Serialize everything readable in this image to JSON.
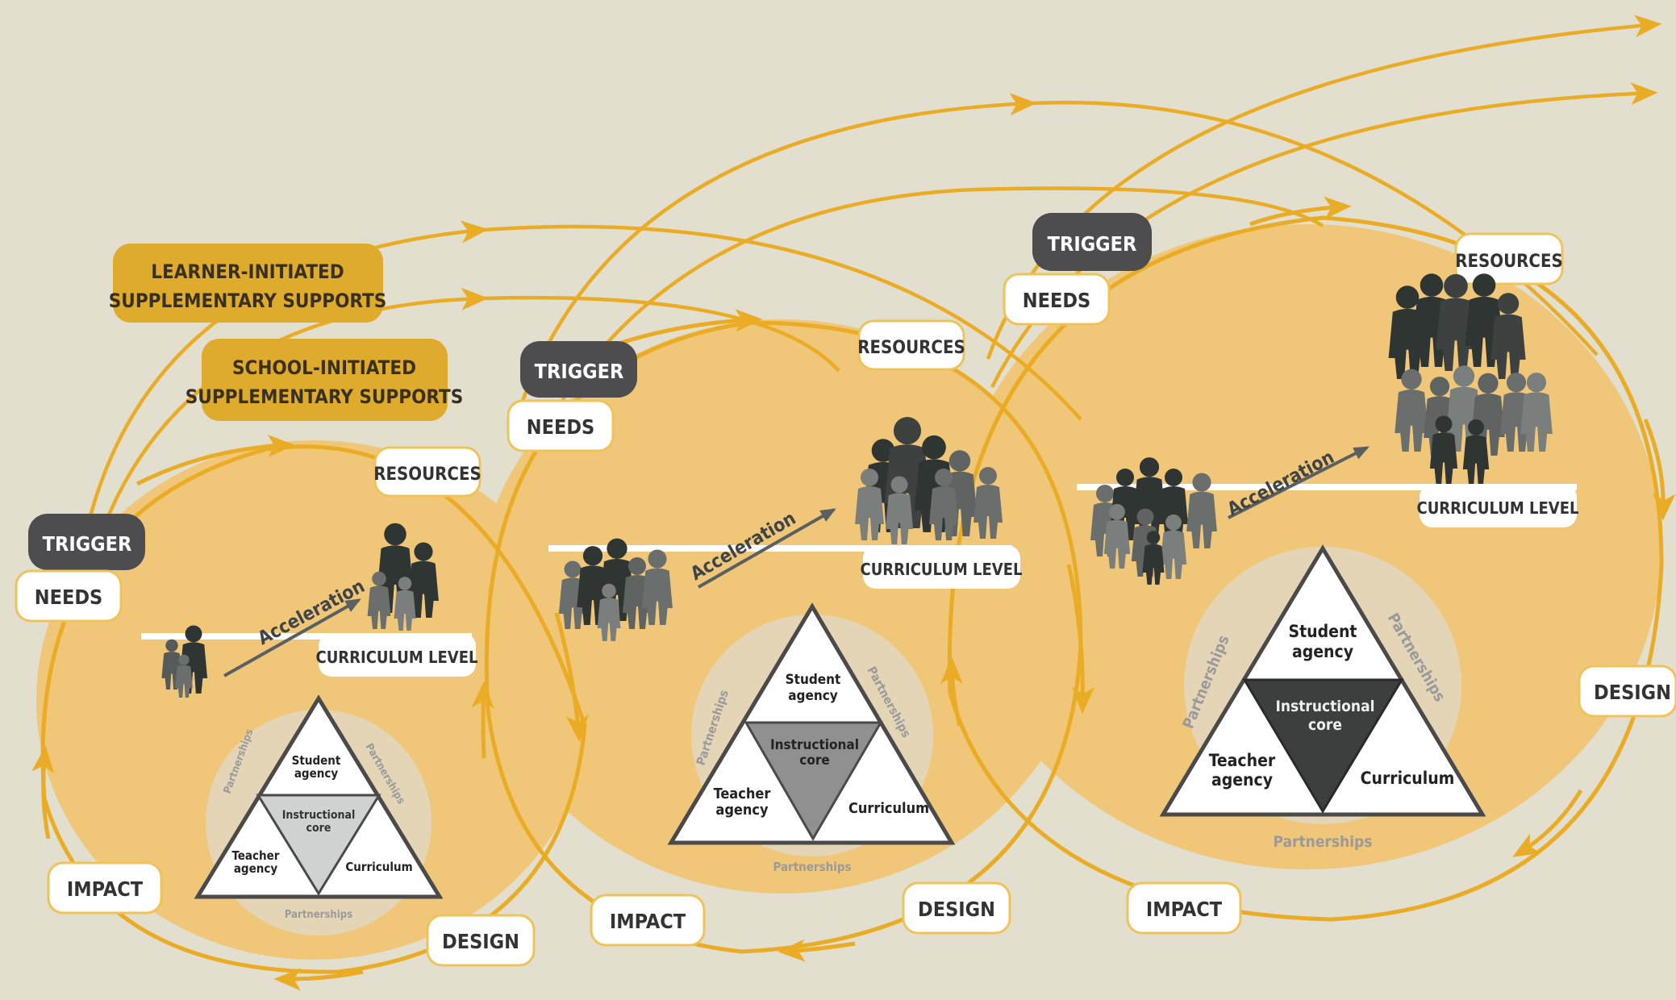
{
  "supports": {
    "learner_initiated": [
      "LEARNER-INITIATED",
      "SUPPLEMENTARY SUPPORTS"
    ],
    "school_initiated": [
      "SCHOOL-INITIATED",
      "SUPPLEMENTARY SUPPORTS"
    ]
  },
  "cycles": [
    {
      "trigger": "TRIGGER",
      "needs": "NEEDS",
      "resources": "RESOURCES",
      "curriculum_level": "CURRICULUM LEVEL",
      "acceleration": "Acceleration",
      "design": "DESIGN",
      "impact": "IMPACT",
      "triangle": {
        "top": [
          "Student",
          "agency"
        ],
        "center": [
          "Instructional",
          "core"
        ],
        "left": [
          "Teacher",
          "agency"
        ],
        "right": "Curriculum",
        "ring": "Partnerships"
      }
    },
    {
      "trigger": "TRIGGER",
      "needs": "NEEDS",
      "resources": "RESOURCES",
      "curriculum_level": "CURRICULUM LEVEL",
      "acceleration": "Acceleration",
      "design": "DESIGN",
      "impact": "IMPACT",
      "triangle": {
        "top": [
          "Student",
          "agency"
        ],
        "center": [
          "Instructional",
          "core"
        ],
        "left": [
          "Teacher",
          "agency"
        ],
        "right": "Curriculum",
        "ring": "Partnerships"
      }
    },
    {
      "trigger": "TRIGGER",
      "needs": "NEEDS",
      "resources": "RESOURCES",
      "curriculum_level": "CURRICULUM LEVEL",
      "acceleration": "Acceleration",
      "design": "DESIGN",
      "impact": "IMPACT",
      "triangle": {
        "top": [
          "Student",
          "agency"
        ],
        "center": [
          "Instructional",
          "core"
        ],
        "left": [
          "Teacher",
          "agency"
        ],
        "right": "Curriculum",
        "ring": "Partnerships"
      }
    }
  ],
  "colors": {
    "background": "#e2dfcf",
    "cycle_fill": "#f0c778",
    "arrow": "#e9ac24",
    "support_box": "#deab2c",
    "trigger_box": "#4d4d4f",
    "label_box": "#ffffff",
    "people_dark": "#2f3533",
    "people_light": "#5f6462",
    "core_light": "#cfd2d1",
    "core_mid": "#8f908f",
    "core_dark": "#3d3f3e"
  }
}
